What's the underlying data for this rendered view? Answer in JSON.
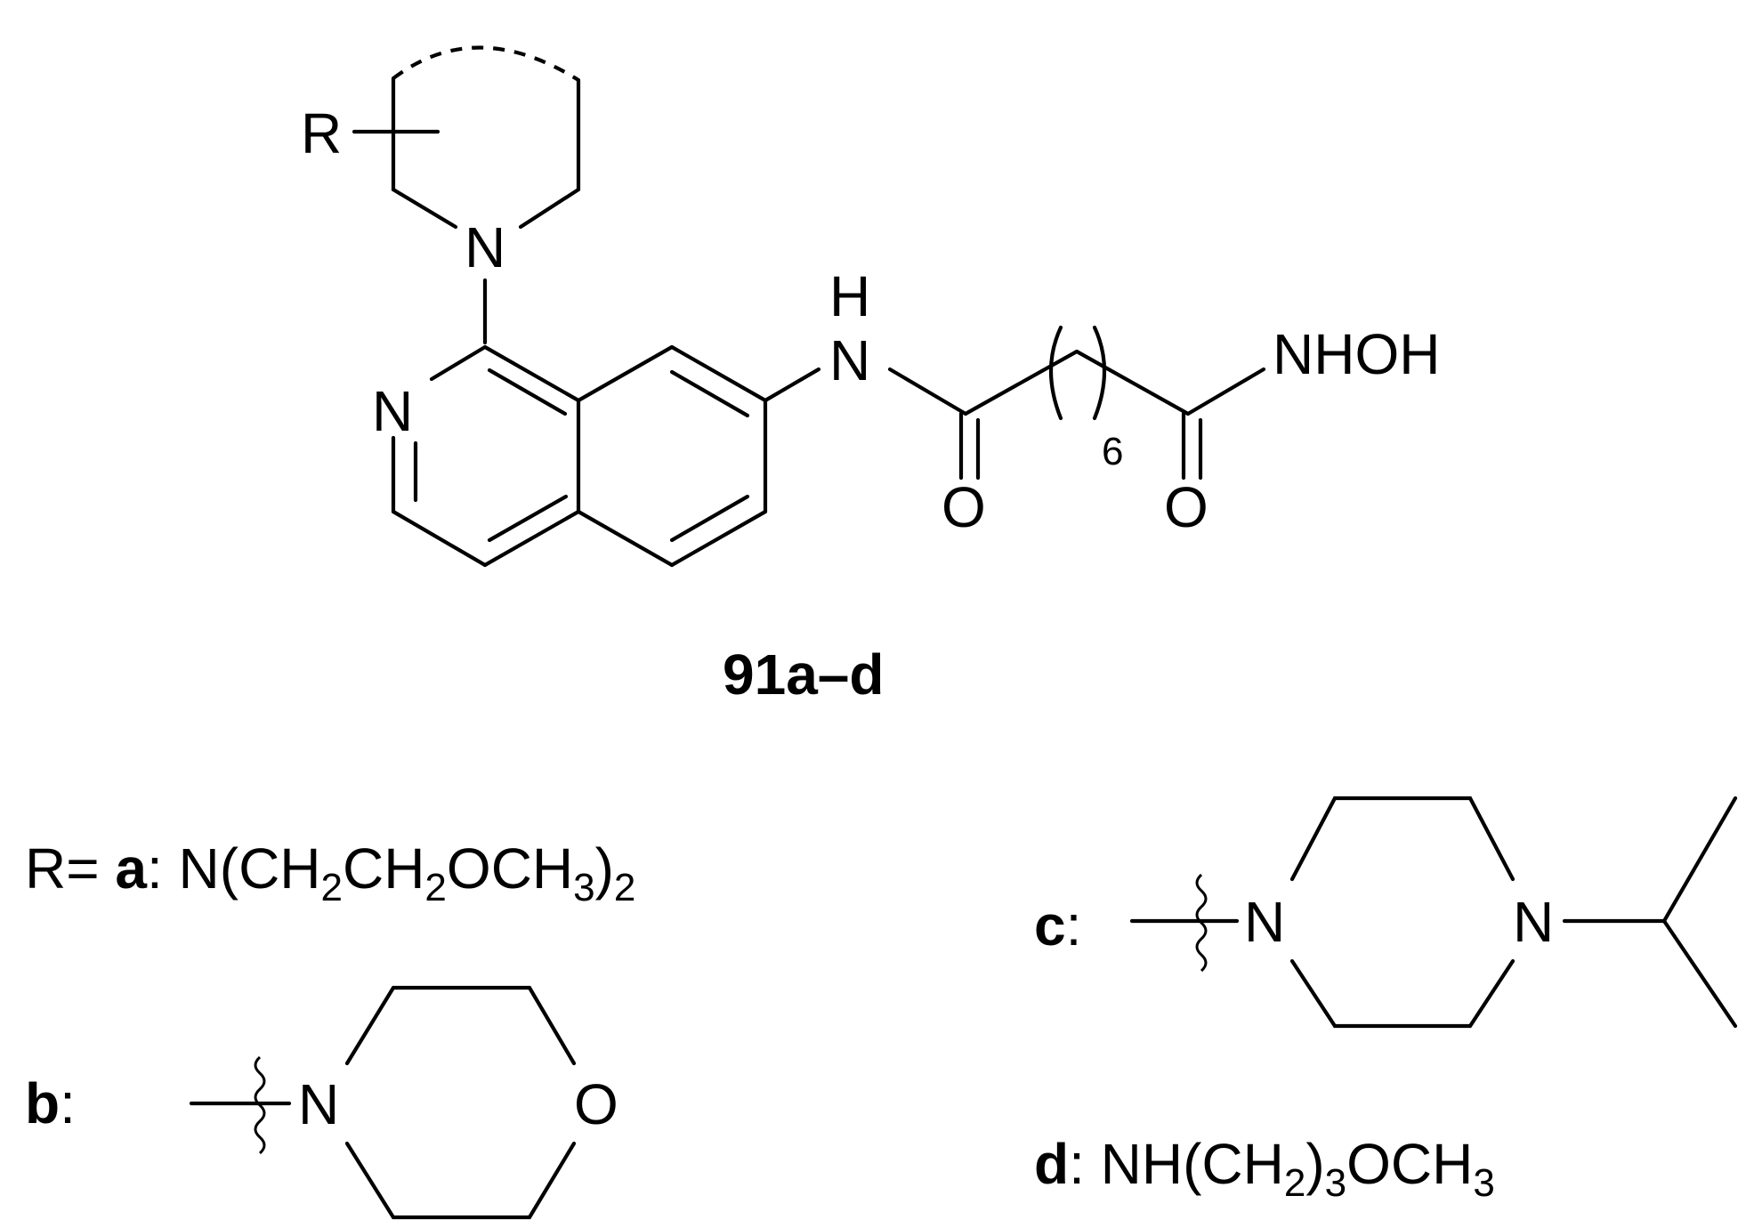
{
  "structure": {
    "compound_label": "91a–d",
    "atoms": {
      "r_group": "R",
      "ring_n": "N",
      "pyridine_n": "N",
      "amide_h": "H",
      "amide_n": "N",
      "carbonyl_o1": "O",
      "carbonyl_o2": "O",
      "hydroxamate": "NHOH"
    },
    "repeat_count": "6"
  },
  "substituents": {
    "prefix": "R=",
    "a": {
      "key": "a",
      "colon": ":",
      "pre": "N(CH",
      "s1": "2",
      "mid1": "CH",
      "s2": "2",
      "mid2": "OCH",
      "s3": "3",
      "post": ")",
      "s4": "2"
    },
    "b": {
      "key": "b",
      "colon": ":",
      "n_atom": "N",
      "o_atom": "O"
    },
    "c": {
      "key": "c",
      "colon": ":",
      "n1_atom": "N",
      "n2_atom": "N"
    },
    "d": {
      "key": "d",
      "colon": ":",
      "pre": "NH(CH",
      "s1": "2",
      "mid": ")",
      "s2": "3",
      "post": "OCH",
      "s3": "3"
    }
  }
}
